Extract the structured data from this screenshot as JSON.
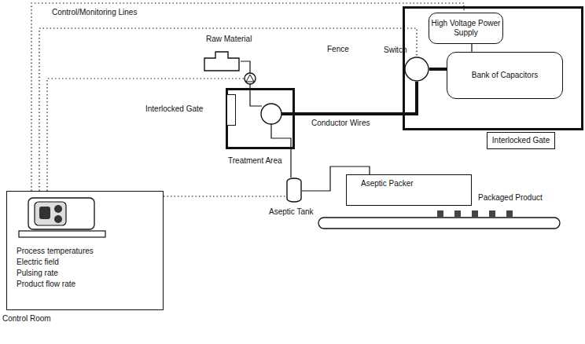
{
  "diagram": {
    "nodes": [
      {
        "text": [
          "Fence"
        ]
      },
      {
        "text": [
          "High Voltage Power Supply"
        ],
        "in": 0
      },
      {
        "text": [
          "Switch"
        ],
        "in": 0
      },
      {
        "text": [
          "Bank of Capacitors"
        ],
        "in": 0
      },
      {
        "text": [
          "Interlocked Gate"
        ]
      },
      {
        "text": [
          "Raw Material"
        ]
      },
      {
        "text": [
          "Treatment Area"
        ]
      },
      {
        "text": [
          "Interlocked Gate"
        ]
      },
      {
        "text": [
          "Aseptic Tank"
        ]
      },
      {
        "text": [
          "Aseptic Packer"
        ]
      },
      {
        "text": [
          "Process temperatures",
          "Electric field",
          "Pulsing rate",
          "Product flow rate",
          "Control Room"
        ]
      }
    ],
    "edges": [
      {
        "from": 1,
        "to": 3,
        "arrow": "none"
      },
      {
        "from": 2,
        "to": 3,
        "arrow": "none"
      },
      {
        "from": 2,
        "to": 6,
        "label": "Conductor Wires",
        "arrow": "none"
      },
      {
        "from": 5,
        "to": 6,
        "arrow": "none"
      },
      {
        "from": 6,
        "to": 8,
        "arrow": "none"
      },
      {
        "from": 8,
        "to": 9,
        "arrow": "none"
      },
      {
        "from": 10,
        "to": 1,
        "arrow": "none"
      },
      {
        "from": 10,
        "to": 2,
        "arrow": "none"
      },
      {
        "from": 10,
        "to": 8,
        "arrow": "none"
      }
    ],
    "labels": [
      "Control/Monitoring Lines",
      "Packaged Product"
    ]
  }
}
